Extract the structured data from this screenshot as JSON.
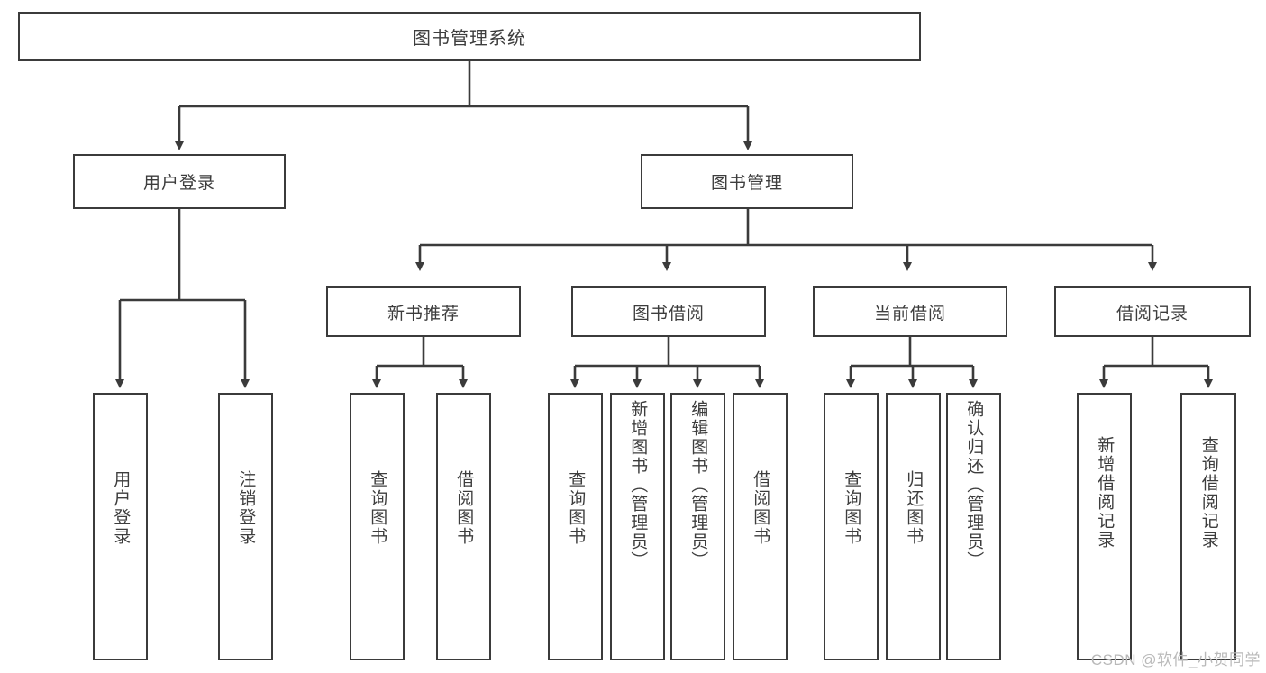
{
  "diagram": {
    "type": "tree",
    "title": "图书管理系统",
    "root": {
      "label": "图书管理系统"
    },
    "level1": [
      {
        "label": "用户登录"
      },
      {
        "label": "图书管理"
      }
    ],
    "level2": [
      {
        "label": "新书推荐"
      },
      {
        "label": "图书借阅"
      },
      {
        "label": "当前借阅"
      },
      {
        "label": "借阅记录"
      }
    ],
    "leaves": {
      "user_login": [
        {
          "label": "用户登录"
        },
        {
          "label": "注销登录"
        }
      ],
      "new_book_recommend": [
        {
          "label": "查询图书"
        },
        {
          "label": "借阅图书"
        }
      ],
      "book_borrow": [
        {
          "label": "查询图书"
        },
        {
          "label": "新增图书（管理员）"
        },
        {
          "label": "编辑图书（管理员）"
        },
        {
          "label": "借阅图书"
        }
      ],
      "current_borrow": [
        {
          "label": "查询图书"
        },
        {
          "label": "归还图书"
        },
        {
          "label": "确认归还（管理员）"
        }
      ],
      "borrow_record": [
        {
          "label": "新增借阅记录"
        },
        {
          "label": "查询借阅记录"
        }
      ]
    }
  },
  "watermark": {
    "text": "CSDN @软件_小贺同学"
  },
  "colors": {
    "stroke": "#3b3b3b",
    "text": "#3d3d3d",
    "background": "#ffffff",
    "watermark": "#b9b9b9"
  }
}
